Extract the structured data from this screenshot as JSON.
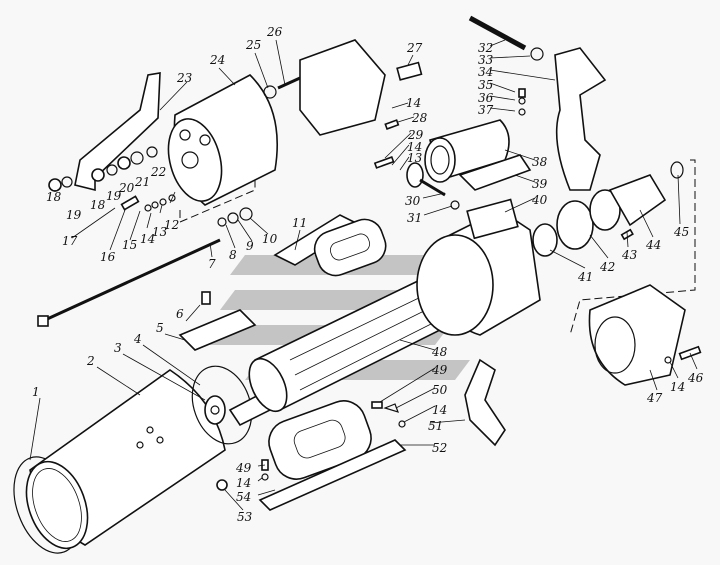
{
  "diagram": {
    "labels": [
      "1",
      "2",
      "3",
      "4",
      "5",
      "6",
      "7",
      "8",
      "9",
      "10",
      "11",
      "12",
      "13",
      "14",
      "15",
      "16",
      "17",
      "18",
      "19",
      "20",
      "21",
      "22",
      "23",
      "24",
      "25",
      "26",
      "27",
      "28",
      "29",
      "30",
      "31",
      "32",
      "33",
      "34",
      "35",
      "36",
      "37",
      "38",
      "39",
      "40",
      "41",
      "42",
      "43",
      "44",
      "45",
      "46",
      "47",
      "48",
      "49",
      "50",
      "51",
      "52",
      "53",
      "54"
    ],
    "watermark_color": "#c4c4c4"
  }
}
